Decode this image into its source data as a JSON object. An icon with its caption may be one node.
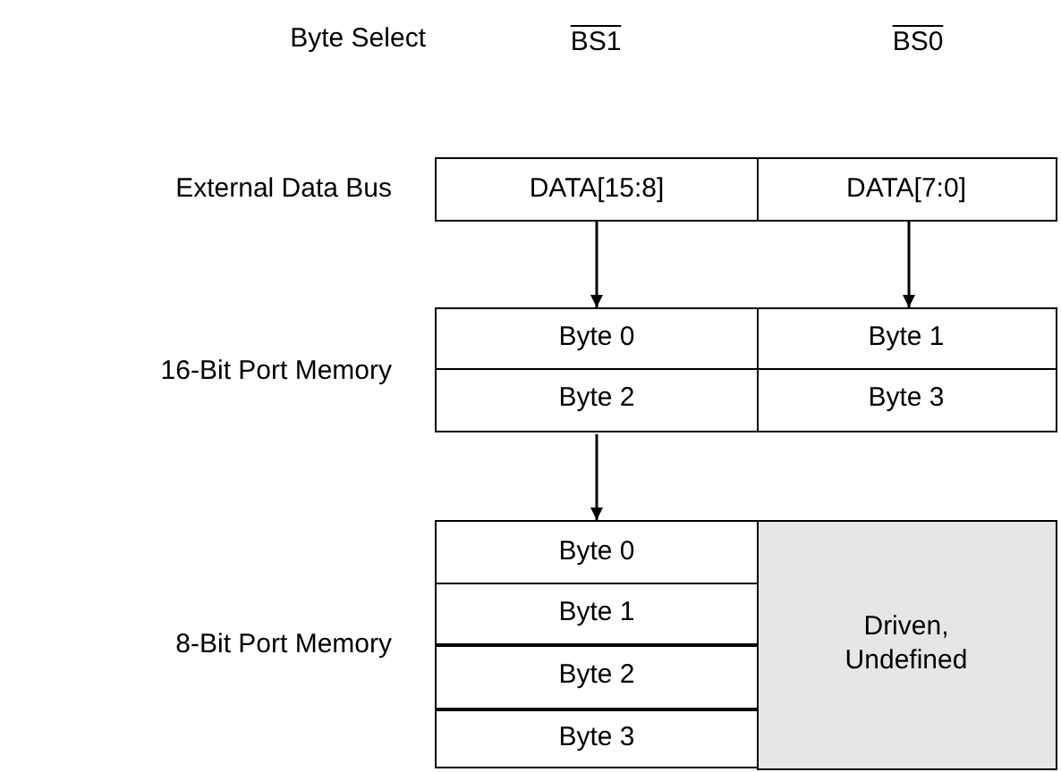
{
  "diagram": {
    "nodes": [
      {
        "text": [
          "DATA[15:8]"
        ]
      },
      {
        "text": [
          "DATA[7:0]"
        ]
      },
      {
        "text": [
          "Byte 0"
        ]
      },
      {
        "text": [
          "Byte 1"
        ]
      },
      {
        "text": [
          "Byte 2"
        ]
      },
      {
        "text": [
          "Byte 3"
        ]
      },
      {
        "text": [
          "Byte 0"
        ]
      },
      {
        "text": [
          "Byte 1"
        ]
      },
      {
        "text": [
          "Byte 2"
        ]
      },
      {
        "text": [
          "Byte 3"
        ]
      },
      {
        "text": [
          "Driven, Undefined"
        ]
      }
    ],
    "edges": [
      {
        "from": 0,
        "to": 2,
        "arrow": "to"
      },
      {
        "from": 1,
        "to": 3,
        "arrow": "to"
      },
      {
        "from": 4,
        "to": 6,
        "arrow": "to"
      }
    ],
    "labels": [
      "Byte Select",
      "BS1",
      "BS0",
      "External Data Bus",
      "16-Bit Port Memory",
      "8-Bit Port Memory"
    ]
  }
}
